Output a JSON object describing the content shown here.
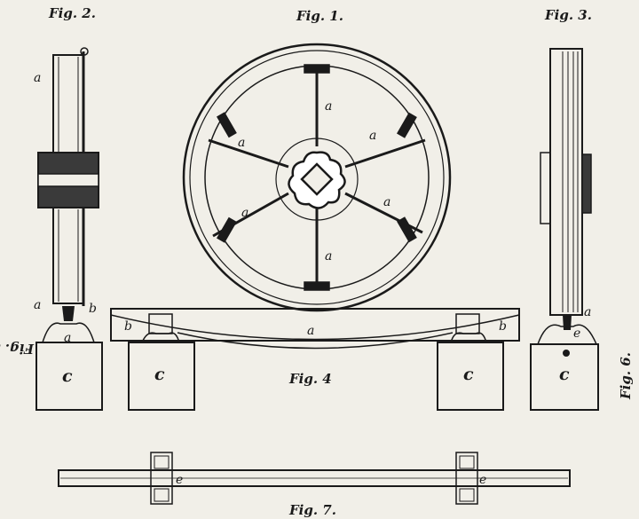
{
  "figures": {
    "fig1": "Fig. 1.",
    "fig2": "Fig. 2.",
    "fig3": "Fig. 3.",
    "fig4": "Fig. 4",
    "fig5": "Fig. 5.",
    "fig6": "Fig. 6.",
    "fig7": "Fig. 7."
  },
  "labels": {
    "spoke": "a",
    "rim": "a",
    "bar": "a",
    "bearing": "b",
    "block": "c",
    "collar": "e",
    "pivot": "e"
  },
  "colors": {
    "ink": "#1a1a1a",
    "paper": "#f1efe8"
  }
}
